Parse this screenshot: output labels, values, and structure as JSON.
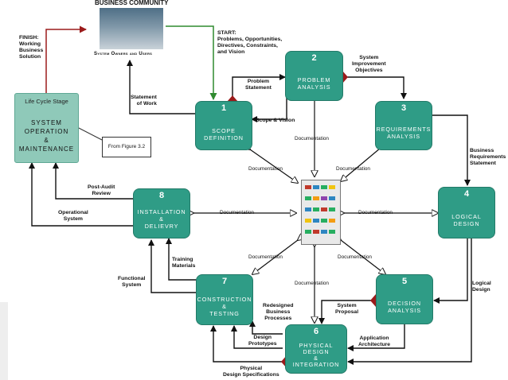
{
  "header": {
    "title": "BUSINESS COMMUNITY",
    "caption": "System Owners and Users"
  },
  "finish_label": "FINISH:\nWorking\nBusiness\nSolution",
  "start_label": "START:\nProblems, Opportunities,\nDirectives, Constraints,\nand Vision",
  "lifecycle": {
    "heading": "Life Cycle Stage",
    "name": "SYSTEM\nOPERATION\n&\nMAINTENANCE",
    "note": "From Figure 3.2"
  },
  "phases": [
    {
      "num": "1",
      "name": "SCOPE\nDEFINITION"
    },
    {
      "num": "2",
      "name": "PROBLEM\nANALYSIS"
    },
    {
      "num": "3",
      "name": "REQUIREMENTS\nANALYSIS"
    },
    {
      "num": "4",
      "name": "LOGICAL\nDESIGN"
    },
    {
      "num": "5",
      "name": "DECISION\nANALYSIS"
    },
    {
      "num": "6",
      "name": "PHYSICAL\nDESIGN\n&\nINTEGRATION"
    },
    {
      "num": "7",
      "name": "CONSTRUCTION\n&\nTESTING"
    },
    {
      "num": "8",
      "name": "INSTALLATION\n&\nDELIEVRY"
    }
  ],
  "flows": {
    "statement_of_work": "Statement\nof Work",
    "problem_statement": "Problem\nStatement",
    "scope_vision": "Scope & Vision",
    "improvement_objectives": "System\nImprovement\nObjectives",
    "business_requirements": "Business\nRequirements\nStatement",
    "logical_design": "Logical\nDesign",
    "system_proposal": "System\nProposal",
    "application_architecture": "Application\nArchitecture",
    "redesigned_processes": "Redesigned\nBusiness\nProcesses",
    "design_prototypes": "Design\nPrototypes",
    "physical_specs": "Physical\nDesign Specifications",
    "training_materials": "Training\nMaterials",
    "functional_system": "Functional\nSystem",
    "post_audit": "Post-Audit\nReview",
    "operational_system": "Operational\nSystem"
  },
  "documentation_label": "Documentation"
}
